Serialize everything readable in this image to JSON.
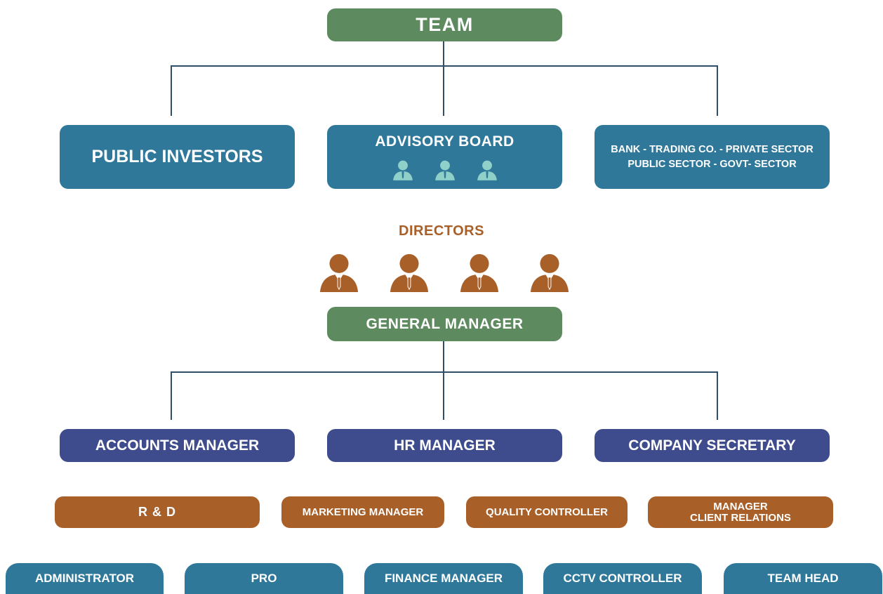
{
  "top": {
    "label": "TEAM"
  },
  "level1": {
    "public_investors": "PUBLIC INVESTORS",
    "advisory_board": "ADVISORY BOARD",
    "sectors_line1": "BANK - TRADING CO. - PRIVATE SECTOR",
    "sectors_line2": "PUBLIC SECTOR - GOVT- SECTOR"
  },
  "directors": {
    "label": "DIRECTORS"
  },
  "general_manager": {
    "label": "GENERAL MANAGER"
  },
  "managers": {
    "accounts": "ACCOUNTS MANAGER",
    "hr": "HR MANAGER",
    "secretary": "COMPANY SECRETARY"
  },
  "departments": {
    "rnd": "R & D",
    "marketing": "MARKETING MANAGER",
    "quality": "QUALITY CONTROLLER",
    "client_line1": "MANAGER",
    "client_line2": "CLIENT RELATIONS"
  },
  "staff": {
    "administrator": "ADMINISTRATOR",
    "pro": "PRO",
    "finance": "FINANCE MANAGER",
    "cctv": "CCTV CONTROLLER",
    "team_head": "TEAM HEAD"
  },
  "colors": {
    "green": "#5e8a5f",
    "teal": "#2f7899",
    "navy": "#3e4b8c",
    "brown": "#a85f28",
    "advisor_icon": "#8fd0c8",
    "connector": "#2e4f66"
  },
  "icons": {
    "advisor": "person-icon",
    "director": "person-icon"
  }
}
